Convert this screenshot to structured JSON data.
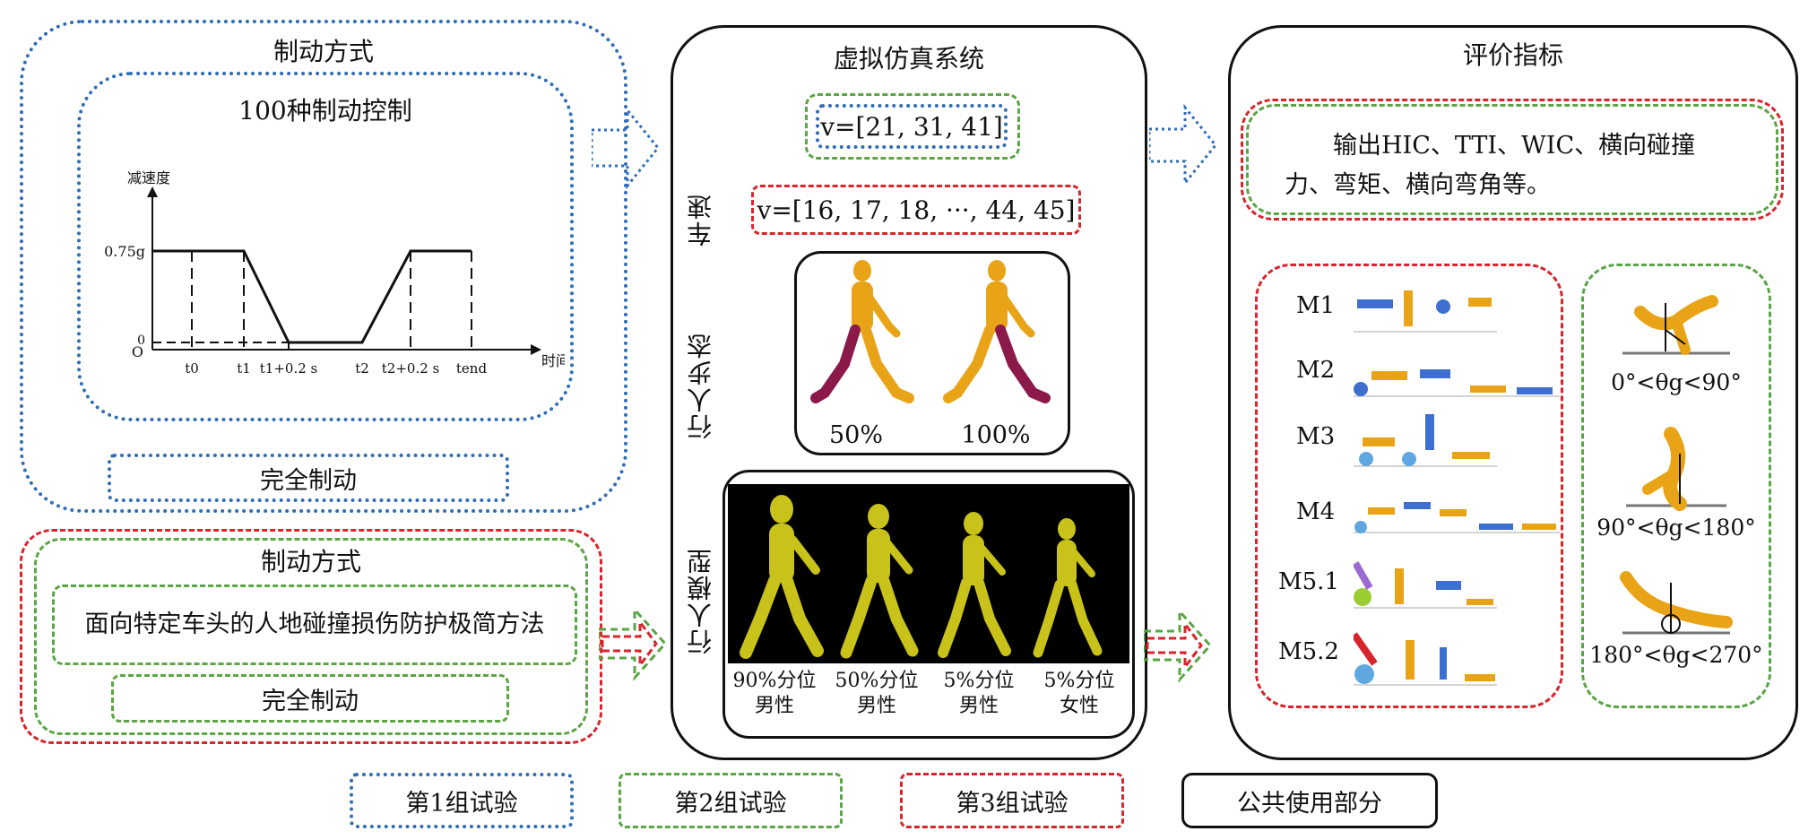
{
  "left": {
    "group1_title": "制动方式",
    "control_title": "100种制动控制",
    "full_brake_1": "完全制动",
    "group_title_2": "制动方式",
    "method_text": "面向特定车头的人地碰撞损伤防护极简方法",
    "full_brake_2": "完全制动"
  },
  "chart": {
    "ylabel": "减速度",
    "xlabel": "时间",
    "y_tick_top": "0.75g",
    "y_tick_zero": "0",
    "origin": "O",
    "x_ticks": [
      "t0",
      "t1",
      "t1+0.2 s",
      "t2",
      "t2+0.2 s",
      "tend"
    ]
  },
  "chart_data": {
    "type": "line",
    "xlabel": "时间",
    "ylabel": "减速度",
    "x": [
      "0",
      "t0",
      "t1",
      "t1+0.2 s",
      "t2",
      "t2+0.2 s",
      "tend"
    ],
    "series": [
      {
        "values": [
          0.75,
          0.75,
          0.75,
          0,
          0,
          0.75,
          0.75
        ]
      }
    ]
  },
  "middle": {
    "title": "虚拟仿真系统",
    "speed_label": "车速",
    "speed_set_1": "v=[21, 31, 41]",
    "speed_set_2": "v=[16, 17, 18, ···, 44, 45]",
    "gait_label": "行人步态",
    "gait_values": [
      "50%",
      "100%"
    ],
    "model_label": "行人模型",
    "models": [
      {
        "line1": "90%分位",
        "line2": "男性"
      },
      {
        "line1": "50%分位",
        "line2": "男性"
      },
      {
        "line1": "5%分位",
        "line2": "男性"
      },
      {
        "line1": "5%分位",
        "line2": "女性"
      }
    ]
  },
  "right": {
    "title": "评价指标",
    "output_text": "输出HIC、TTI、WIC、横向碰撞力、弯矩、横向弯角等。",
    "modes": [
      "M1",
      "M2",
      "M3",
      "M4",
      "M5.1",
      "M5.2"
    ],
    "angle_ranges": [
      "0°<θg<90°",
      "90°<θg<180°",
      "180°<θg<270°"
    ]
  },
  "legend": {
    "items": [
      "第1组试验",
      "第2组试验",
      "第3组试验",
      "公共使用部分"
    ]
  },
  "colors": {
    "blue": "#2f6db5",
    "green": "#5aa544",
    "red": "#d8242c",
    "black": "#111111",
    "pedestrian_yellow": "#e8a416",
    "pedestrian_leg": "#8b1a4a",
    "model_body": "#c9c21a"
  }
}
